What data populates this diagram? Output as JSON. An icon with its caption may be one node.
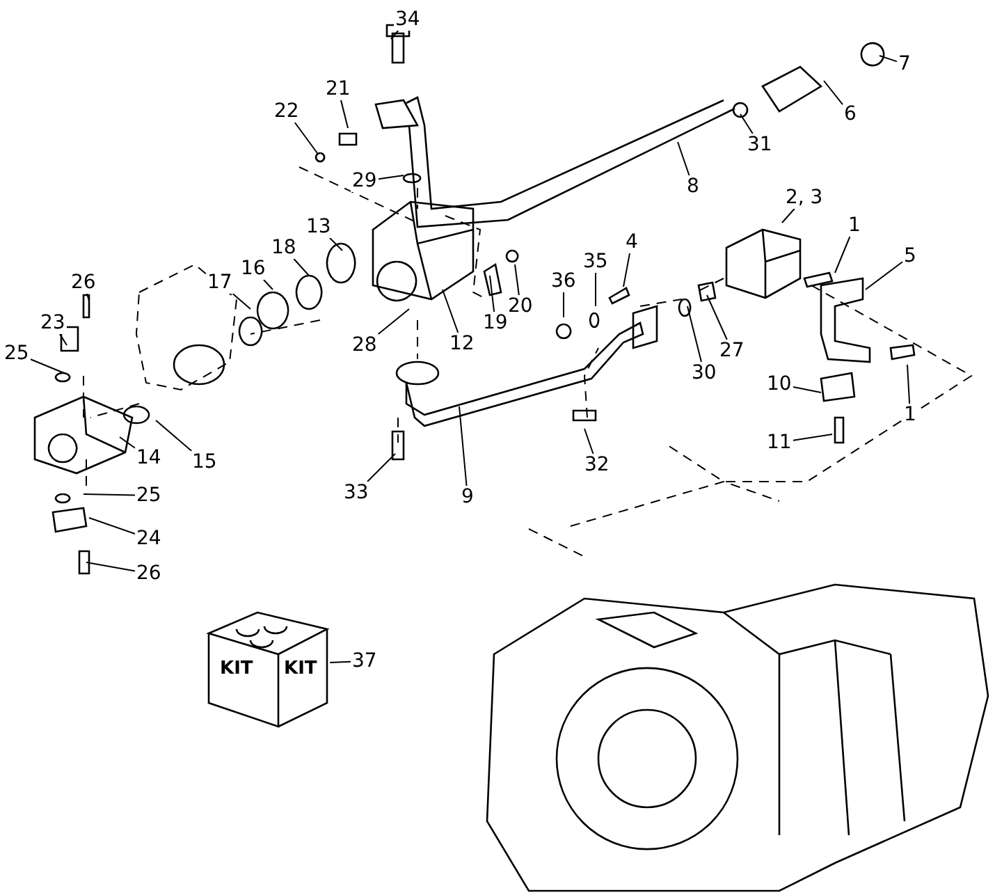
{
  "diagram": {
    "nodes": [
      {
        "text": [
          "34"
        ]
      },
      {
        "text": [
          "21"
        ]
      },
      {
        "text": [
          "22"
        ]
      },
      {
        "text": [
          "29"
        ]
      },
      {
        "text": [
          "8"
        ]
      },
      {
        "text": [
          "31"
        ]
      },
      {
        "text": [
          "6"
        ]
      },
      {
        "text": [
          "7"
        ]
      },
      {
        "text": [
          "2, 3"
        ]
      },
      {
        "text": [
          "1"
        ]
      },
      {
        "text": [
          "5"
        ]
      },
      {
        "text": [
          "13"
        ]
      },
      {
        "text": [
          "16"
        ]
      },
      {
        "text": [
          "18"
        ]
      },
      {
        "text": [
          "17"
        ]
      },
      {
        "text": [
          "26"
        ]
      },
      {
        "text": [
          "23"
        ]
      },
      {
        "text": [
          "25"
        ]
      },
      {
        "text": [
          "12"
        ]
      },
      {
        "text": [
          "28"
        ]
      },
      {
        "text": [
          "19"
        ]
      },
      {
        "text": [
          "20"
        ]
      },
      {
        "text": [
          "36"
        ]
      },
      {
        "text": [
          "35"
        ]
      },
      {
        "text": [
          "4"
        ]
      },
      {
        "text": [
          "30"
        ]
      },
      {
        "text": [
          "27"
        ]
      },
      {
        "text": [
          "10"
        ]
      },
      {
        "text": [
          "1"
        ]
      },
      {
        "text": [
          "11"
        ]
      },
      {
        "text": [
          "14"
        ]
      },
      {
        "text": [
          "15"
        ]
      },
      {
        "text": [
          "9"
        ]
      },
      {
        "text": [
          "33"
        ]
      },
      {
        "text": [
          "32"
        ]
      },
      {
        "text": [
          "25"
        ]
      },
      {
        "text": [
          "24"
        ]
      },
      {
        "text": [
          "26"
        ]
      },
      {
        "text": [
          "37"
        ]
      }
    ],
    "edges": [
      {
        "from": 0,
        "to": null,
        "arrow": "none"
      },
      {
        "from": 1,
        "to": null,
        "arrow": "none"
      },
      {
        "from": 2,
        "to": null,
        "arrow": "none"
      },
      {
        "from": 3,
        "to": null,
        "arrow": "none"
      },
      {
        "from": 4,
        "to": null,
        "arrow": "none"
      },
      {
        "from": 5,
        "to": null,
        "arrow": "none"
      },
      {
        "from": 6,
        "to": null,
        "arrow": "none"
      },
      {
        "from": 7,
        "to": null,
        "arrow": "none"
      },
      {
        "from": 8,
        "to": null,
        "arrow": "none"
      },
      {
        "from": 9,
        "to": null,
        "arrow": "none"
      },
      {
        "from": 10,
        "to": null,
        "arrow": "none"
      },
      {
        "from": 11,
        "to": null,
        "arrow": "none"
      },
      {
        "from": 12,
        "to": null,
        "arrow": "none"
      },
      {
        "from": 13,
        "to": null,
        "arrow": "none"
      },
      {
        "from": 14,
        "to": null,
        "arrow": "none"
      },
      {
        "from": 15,
        "to": null,
        "arrow": "none"
      },
      {
        "from": 16,
        "to": null,
        "arrow": "none"
      },
      {
        "from": 17,
        "to": null,
        "arrow": "none"
      },
      {
        "from": 18,
        "to": null,
        "arrow": "none"
      },
      {
        "from": 19,
        "to": null,
        "arrow": "none"
      },
      {
        "from": 20,
        "to": null,
        "arrow": "none"
      },
      {
        "from": 21,
        "to": null,
        "arrow": "none"
      },
      {
        "from": 22,
        "to": null,
        "arrow": "none"
      },
      {
        "from": 23,
        "to": null,
        "arrow": "none"
      },
      {
        "from": 24,
        "to": null,
        "arrow": "none"
      },
      {
        "from": 25,
        "to": null,
        "arrow": "none"
      },
      {
        "from": 26,
        "to": null,
        "arrow": "none"
      },
      {
        "from": 27,
        "to": null,
        "arrow": "none"
      },
      {
        "from": 28,
        "to": null,
        "arrow": "none"
      },
      {
        "from": 29,
        "to": null,
        "arrow": "none"
      },
      {
        "from": 30,
        "to": null,
        "arrow": "none"
      },
      {
        "from": 31,
        "to": null,
        "arrow": "none"
      },
      {
        "from": 32,
        "to": null,
        "arrow": "none"
      },
      {
        "from": 33,
        "to": null,
        "arrow": "none"
      },
      {
        "from": 34,
        "to": null,
        "arrow": "none"
      },
      {
        "from": 35,
        "to": null,
        "arrow": "none"
      },
      {
        "from": 36,
        "to": null,
        "arrow": "none"
      },
      {
        "from": 37,
        "to": null,
        "arrow": "none"
      },
      {
        "from": 38,
        "to": null,
        "arrow": "none"
      }
    ],
    "labels": [
      "KIT",
      "KIT"
    ]
  }
}
